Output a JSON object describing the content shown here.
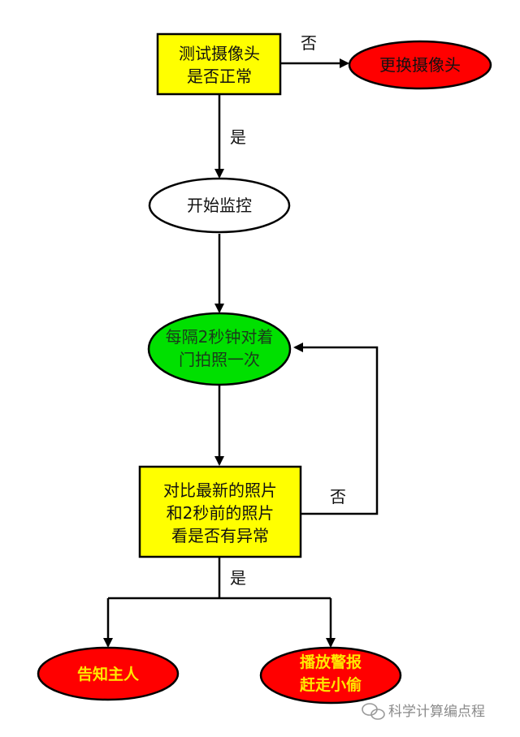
{
  "diagram": {
    "nodes": {
      "test_camera": {
        "line1": "测试摄像头",
        "line2": "是否正常",
        "fill": "#ffff00"
      },
      "replace_camera": {
        "text": "更换摄像头",
        "fill": "#ff0000"
      },
      "start_monitor": {
        "text": "开始监控",
        "fill": "#ffffff"
      },
      "take_photo": {
        "line1": "每隔2秒钟对着",
        "line2": "门拍照一次",
        "fill": "#00e000"
      },
      "compare": {
        "line1": "对比最新的照片",
        "line2": "和2秒前的照片",
        "line3": "看是否有异常",
        "fill": "#ffff00"
      },
      "notify_owner": {
        "text": "告知主人",
        "fill": "#ff0000"
      },
      "alarm": {
        "line1": "播放警报",
        "line2": "赶走小偷",
        "fill": "#ff0000"
      }
    },
    "edges": {
      "test_no": "否",
      "test_yes": "是",
      "compare_no": "否",
      "compare_yes": "是"
    }
  },
  "watermark": {
    "text": "科学计算编点程",
    "icon": "wechat-icon"
  }
}
